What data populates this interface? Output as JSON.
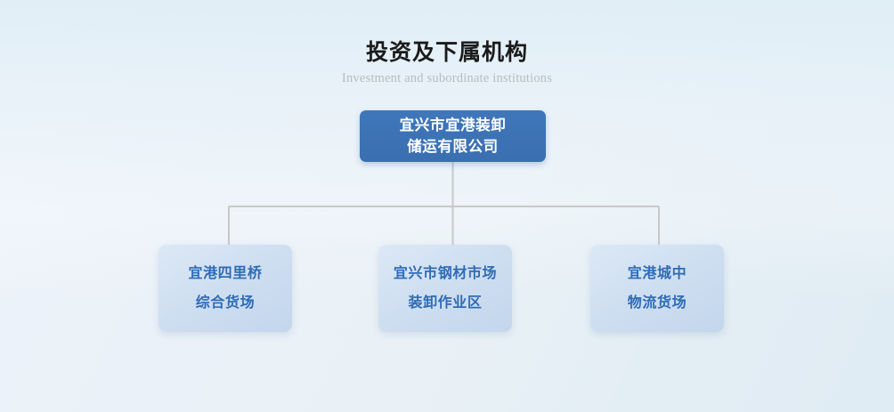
{
  "page": {
    "title": "投资及下属机构",
    "subtitle": "Investment and subordinate institutions",
    "background_top_left": "#eef4fa",
    "background_top_right": "#e0ecf3",
    "background_bottom": "#ffffff"
  },
  "colors": {
    "root_fill": "#3d73b5",
    "root_text": "#ffffff",
    "child_fill": "#cfdff0",
    "child_text": "#2f6bb5",
    "connector": "#c8c8c8",
    "title_text": "#1b1b1b",
    "subtitle_text": "#b9bcbf"
  },
  "chart_data": {
    "type": "diagram",
    "diagram_kind": "org-chart",
    "title": "投资及下属机构",
    "subtitle": "Investment and subordinate institutions",
    "root": {
      "id": "root",
      "lines": [
        "宜兴市宜港装卸",
        "储运有限公司"
      ],
      "text": "宜兴市宜港装卸储运有限公司"
    },
    "children": [
      {
        "id": "child-1",
        "lines": [
          "宜港四里桥",
          "综合货场"
        ],
        "text": "宜港四里桥综合货场"
      },
      {
        "id": "child-2",
        "lines": [
          "宜兴市钢材市场",
          "装卸作业区"
        ],
        "text": "宜兴市钢材市场装卸作业区"
      },
      {
        "id": "child-3",
        "lines": [
          "宜港城中",
          "物流货场"
        ],
        "text": "宜港城中物流货场"
      }
    ],
    "edges": [
      {
        "from": "root",
        "to": "child-1"
      },
      {
        "from": "root",
        "to": "child-2"
      },
      {
        "from": "root",
        "to": "child-3"
      }
    ]
  }
}
